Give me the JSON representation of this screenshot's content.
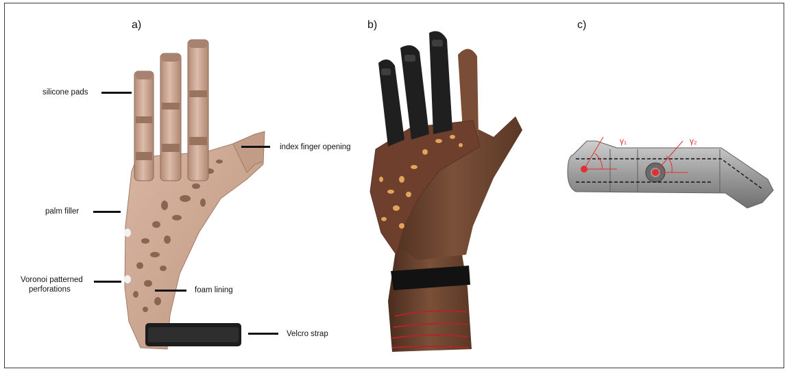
{
  "panels": {
    "a": {
      "label": "a)"
    },
    "b": {
      "label": "b)"
    },
    "c": {
      "label": "c)"
    }
  },
  "callouts": {
    "silicone_pads": "silicone pads",
    "index_finger_opening": "index finger opening",
    "palm_filler": "palm filler",
    "voronoi_line1": "Voronoi patterned",
    "voronoi_line2": "perforations",
    "foam_lining": "foam lining",
    "velcro_strap": "Velcro strap"
  },
  "angles": {
    "gamma1": "γ₁",
    "gamma2": "γ₂"
  },
  "colors": {
    "device_tan": "#c9a48f",
    "device_tan_dark": "#a97f69",
    "device_brown": "#6b4030",
    "finger_black": "#1f1f1f",
    "skin": "#6e4630",
    "strap_black": "#1a1a1a",
    "bracelet_red": "#b0242a",
    "joint_grey": "#8b8b8b",
    "angle_red": "#e03030"
  }
}
